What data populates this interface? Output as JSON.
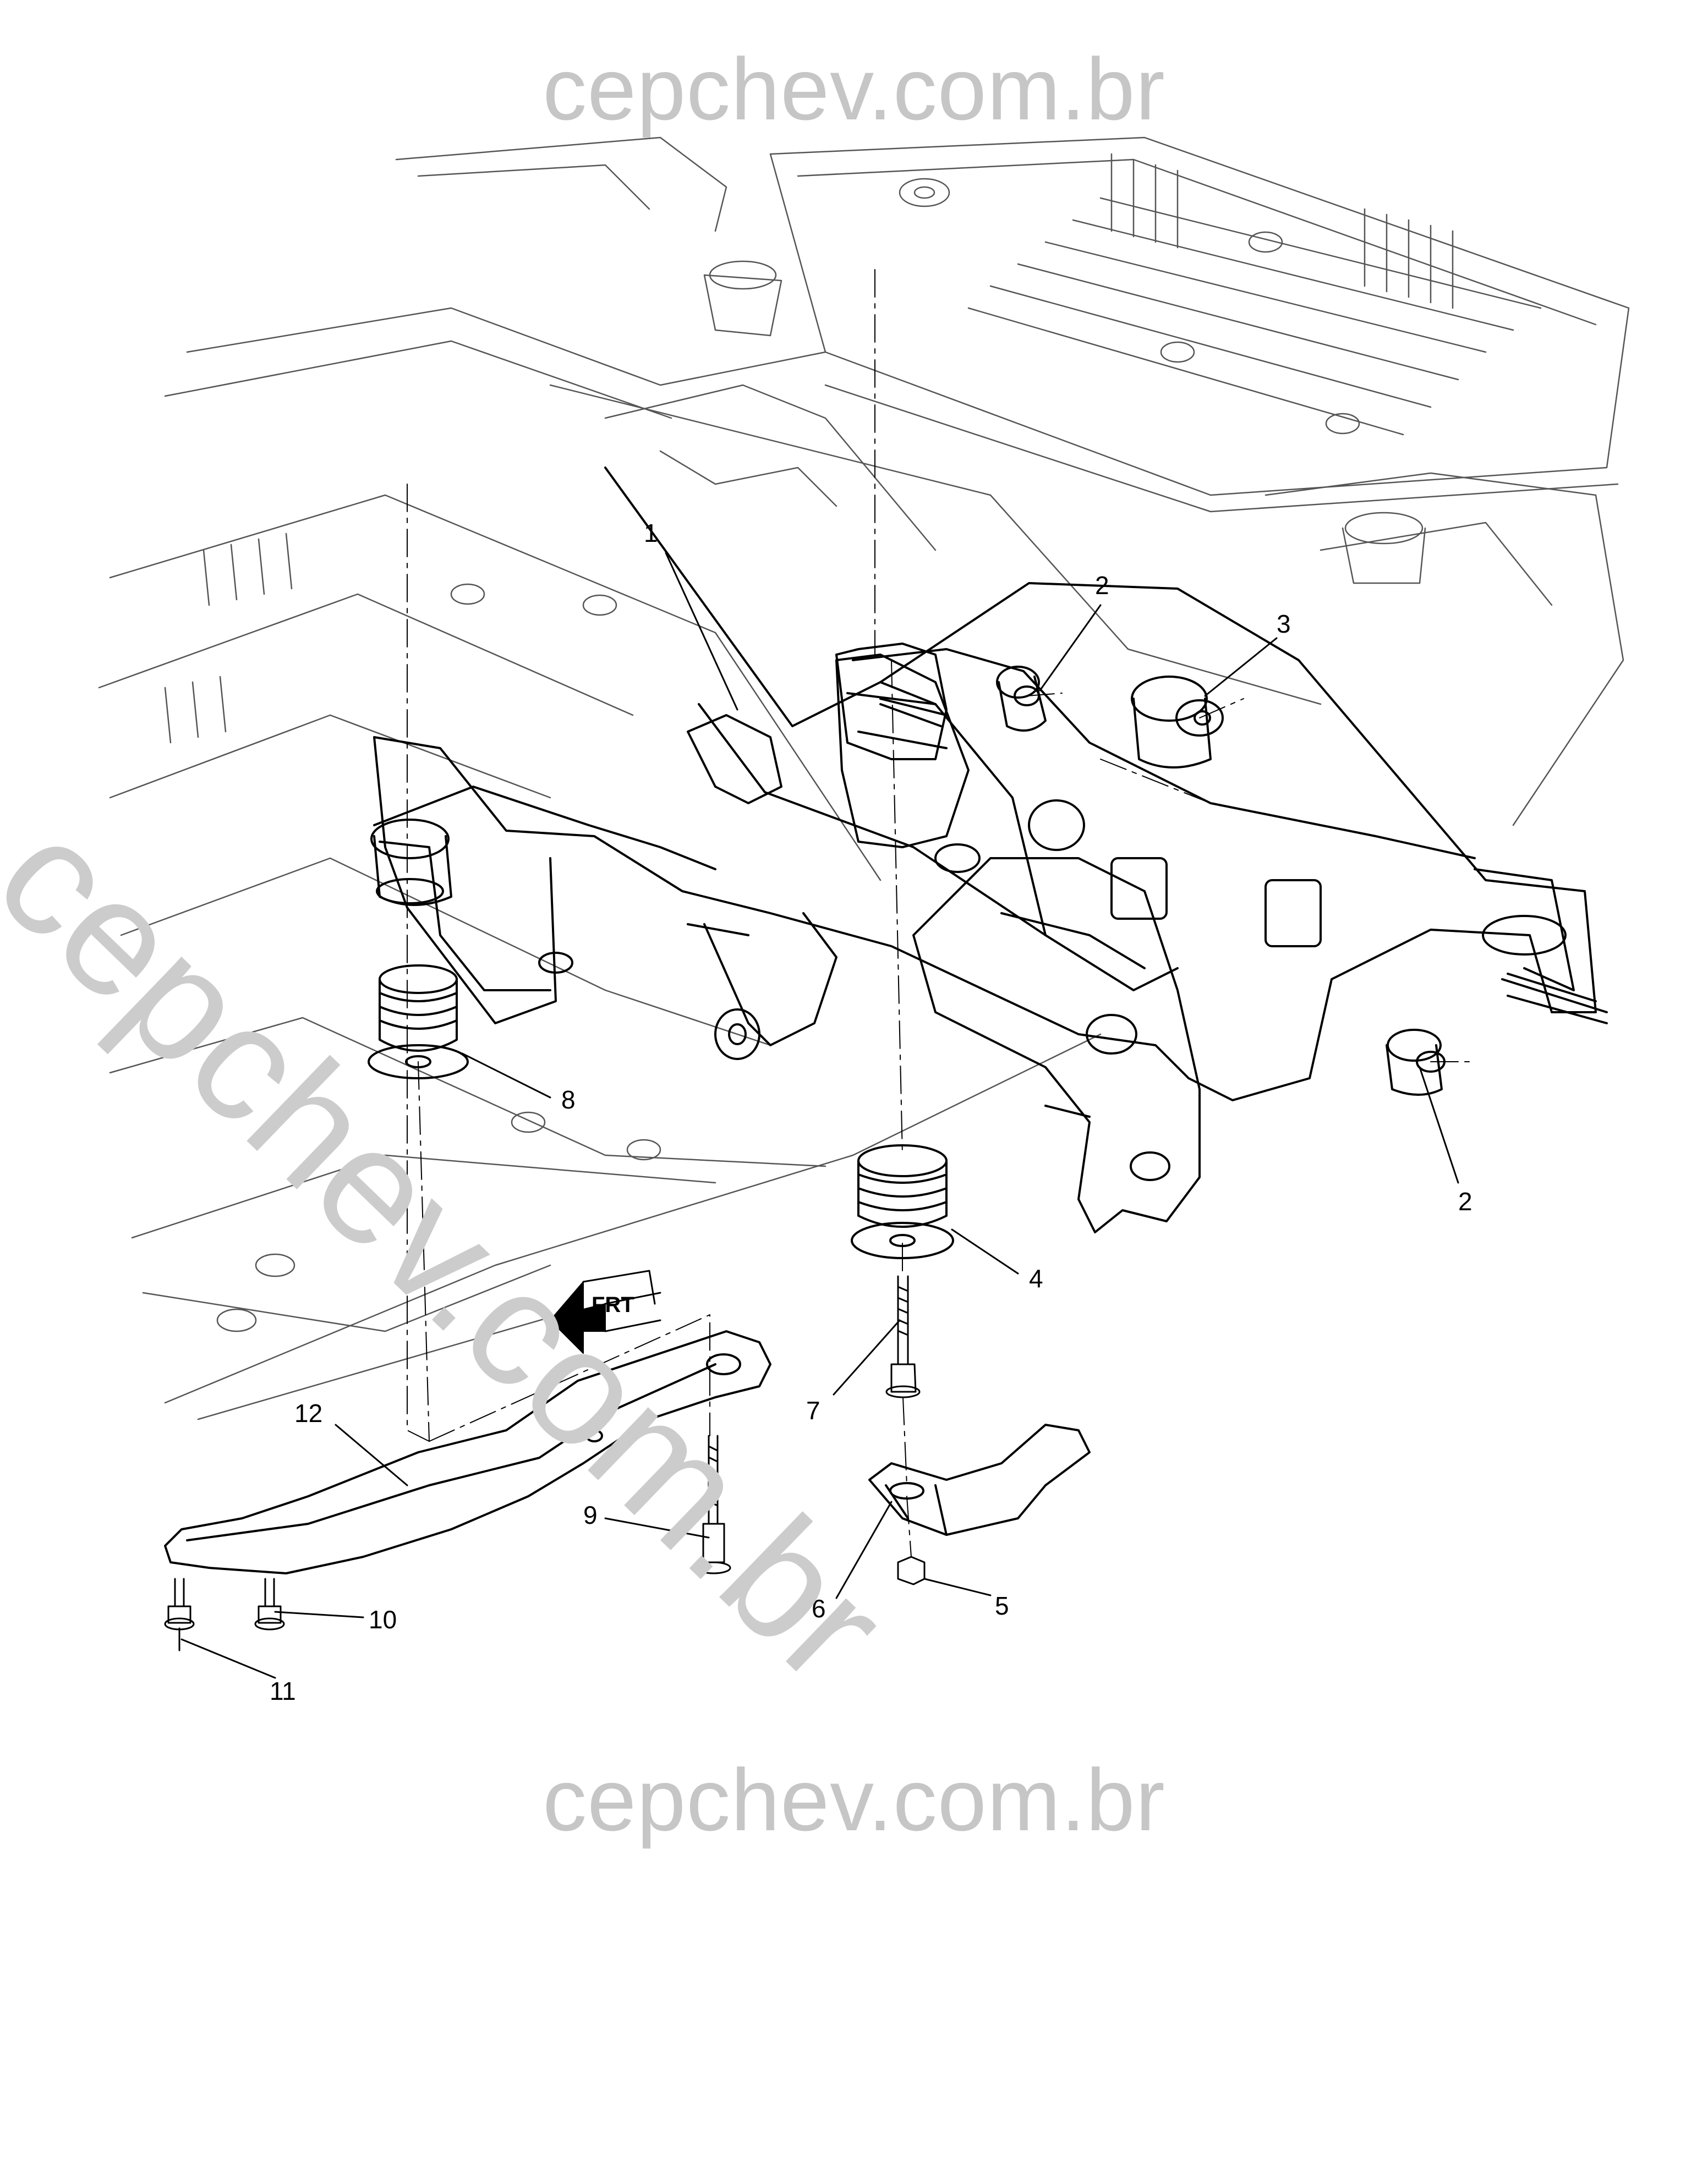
{
  "watermark": {
    "top": "cepchev.com.br",
    "bottom": "cepchev.com.br",
    "diagonal": "cepchev.com.br"
  },
  "direction_marker": {
    "text": "FRT",
    "icon": "arrow-left-icon"
  },
  "callouts": [
    "1",
    "2",
    "3",
    "2",
    "8",
    "4",
    "7",
    "12",
    "9",
    "6",
    "5",
    "10",
    "11"
  ],
  "colors": {
    "line": "#000000",
    "watermark": "#c8c8c8",
    "background": "#ffffff"
  }
}
